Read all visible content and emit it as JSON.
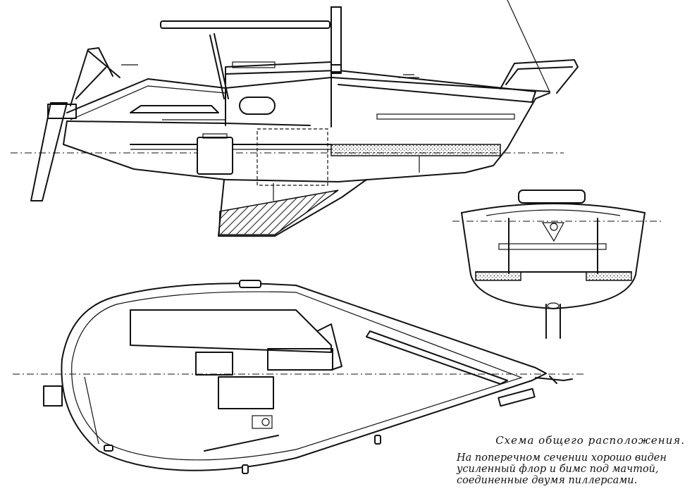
{
  "caption": {
    "title": "Схема общего расположения.",
    "lines": [
      "На поперечном сечении хорошо виден",
      "усиленный флор и бимс под мачтой,",
      "соединенные двумя пиллерсами."
    ]
  }
}
